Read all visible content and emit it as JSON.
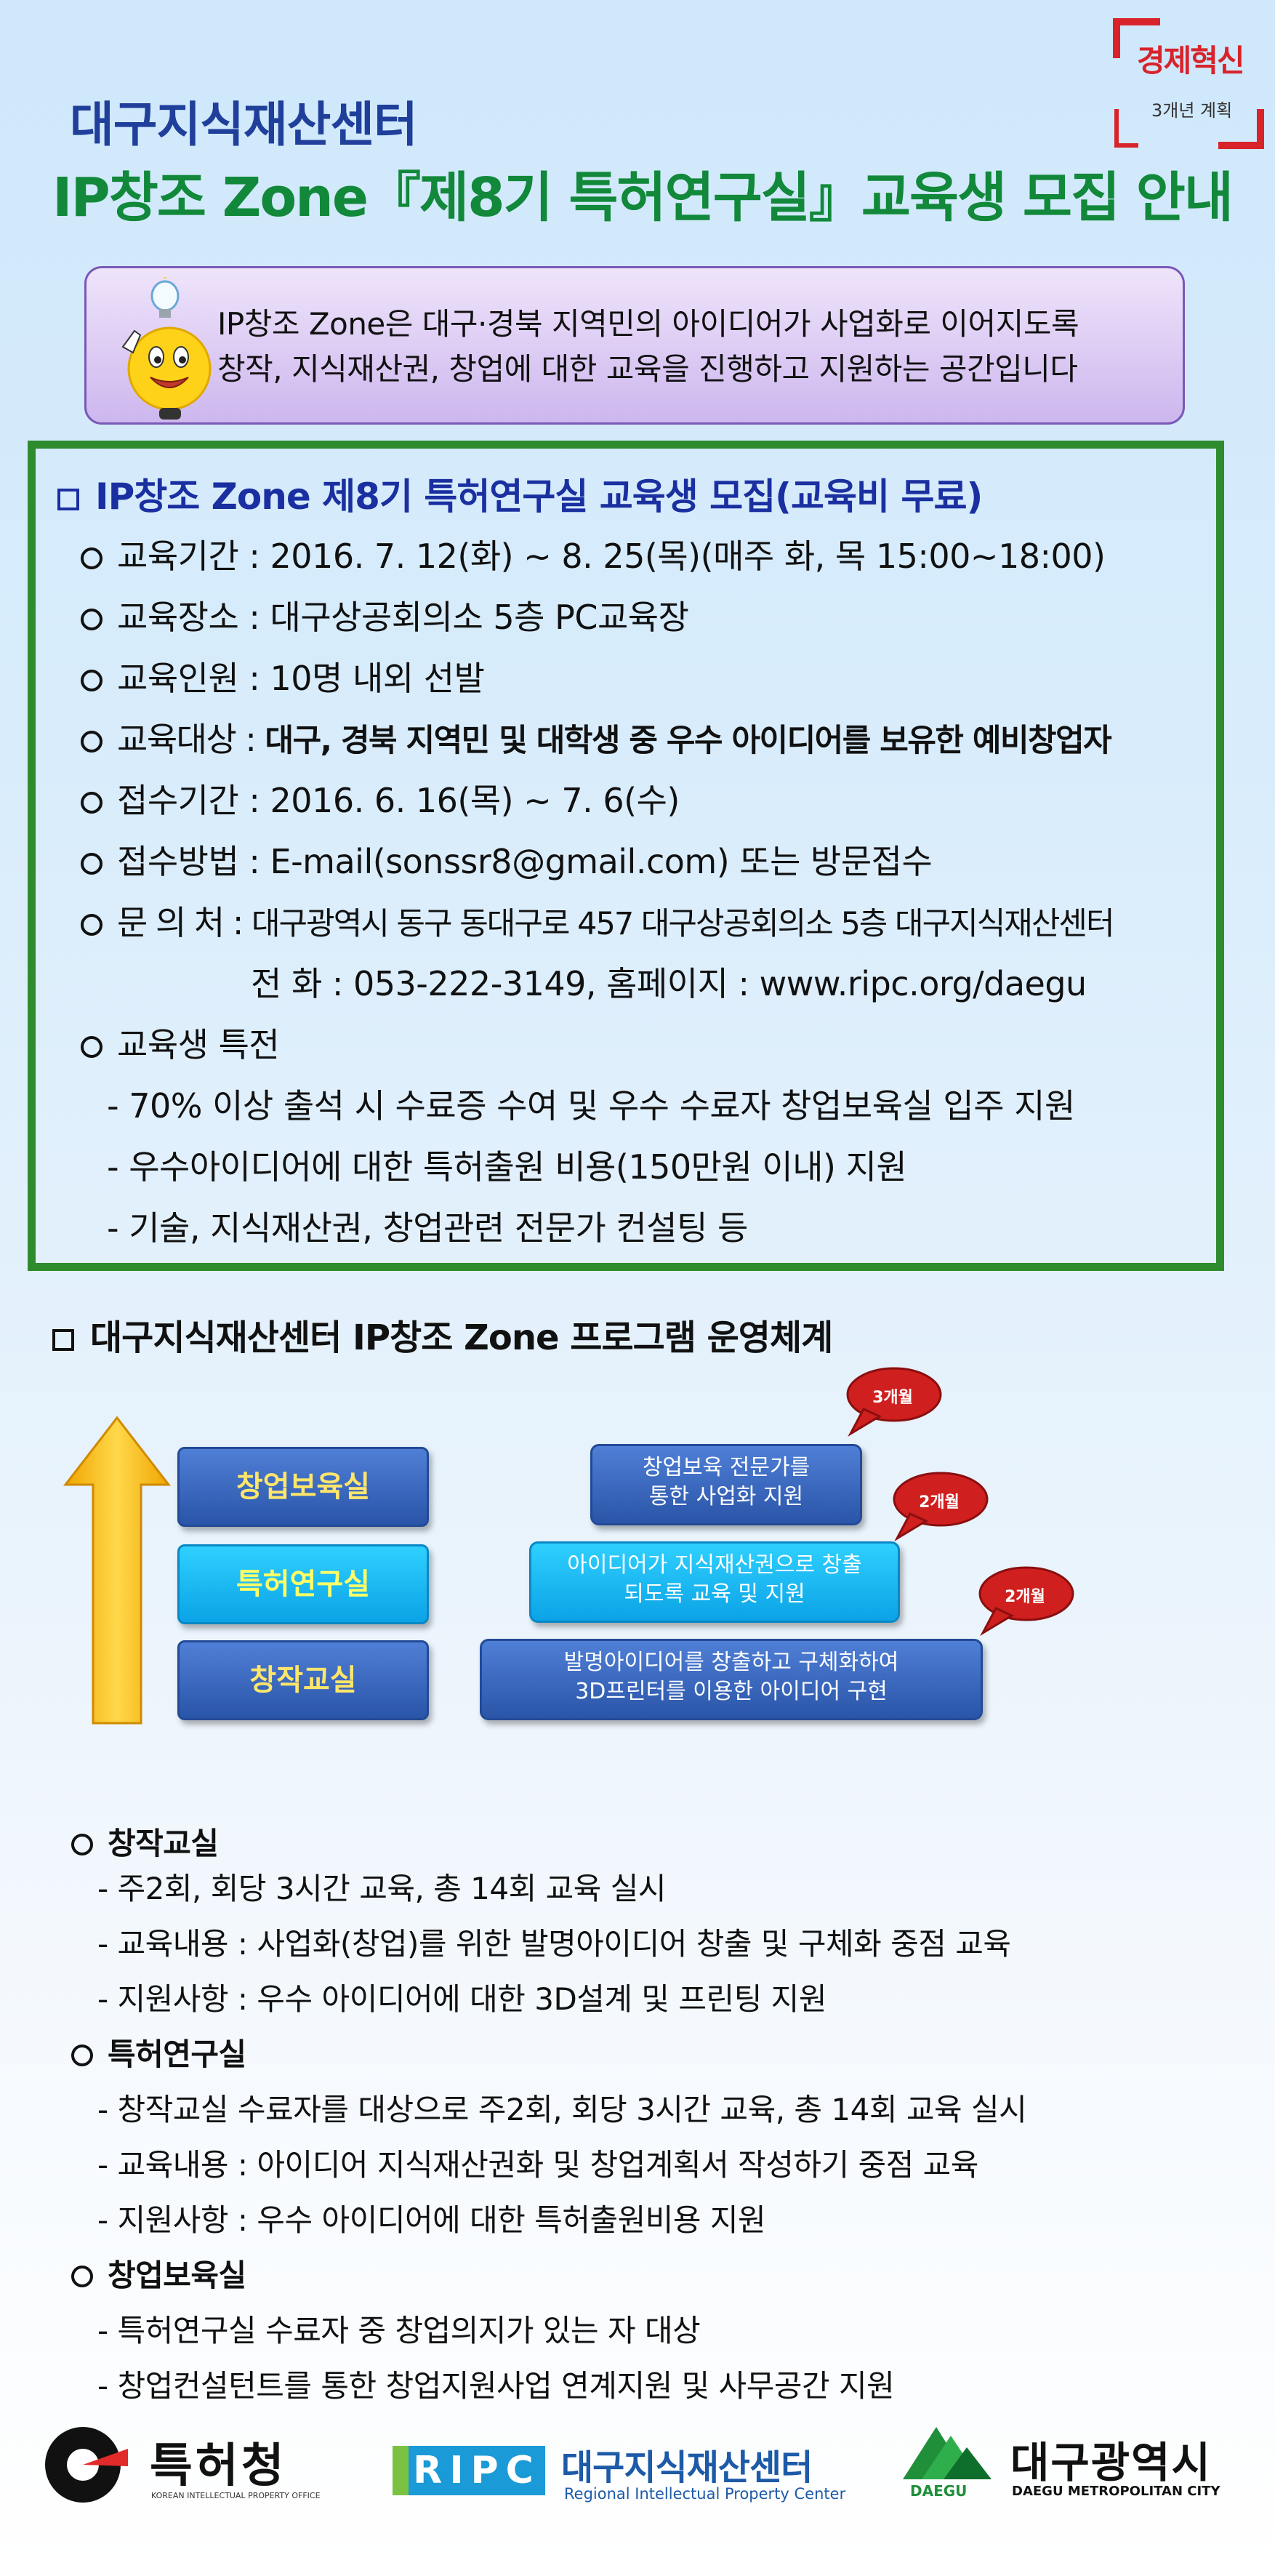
{
  "header": {
    "org_name": "대구지식재산센터",
    "title": "IP창조 Zone『제8기 특허연구실』교육생 모집 안내",
    "badge_line1": "경제혁신",
    "badge_line2": "3개년 계획"
  },
  "intro": {
    "line1": "IP창조 Zone은 대구·경북 지역민의 아이디어가 사업화로 이어지도록",
    "line2": "창작, 지식재산권, 창업에 대한 교육을 진행하고 지원하는 공간입니다"
  },
  "recruit": {
    "title": "IP창조 Zone 제8기 특허연구실 교육생 모집(교육비 무료)",
    "period": "교육기간 : 2016. 7. 12(화) ~ 8. 25(목)(매주 화, 목 15:00~18:00)",
    "place": "교육장소 : 대구상공회의소 5층 PC교육장",
    "people": "교육인원 : 10명 내외 선발",
    "target_label": "교육대상 : ",
    "target_value": "대구, 경북 지역민 및 대학생 중 우수 아이디어를 보유한 예비창업자",
    "apply_period": "접수기간 : 2016. 6. 16(목) ~ 7. 6(수)",
    "apply_method": "접수방법 : E-mail(sonssr8@gmail.com) 또는 방문접수",
    "contact_label": "문 의 처 : ",
    "contact_value": "대구광역시 동구 동대구로 457 대구상공회의소 5층 대구지식재산센터",
    "contact_phone": "전  화 : 053-222-3149, 홈페이지 : www.ripc.org/daegu",
    "benefits_title": "교육생 특전",
    "benefits": [
      "- 70% 이상 출석 시 수료증 수여 및 우수 수료자 창업보육실 입주 지원",
      "- 우수아이디어에 대한 특허출원 비용(150만원 이내) 지원",
      "- 기술, 지식재산권, 창업관련 전문가 컨설팅 등"
    ]
  },
  "program": {
    "title": "대구지식재산센터 IP창조 Zone 프로그램 운영체계",
    "stages": {
      "biz": "창업보육실",
      "patent": "특허연구실",
      "create": "창작교실"
    },
    "descs": {
      "biz_1": "창업보육 전문가를",
      "biz_2": "통한 사업화 지원",
      "patent_1": "아이디어가 지식재산권으로 창출",
      "patent_2": "되도록 교육 및 지원",
      "create_1": "발명아이디어를 창출하고 구체화하여",
      "create_2": "3D프린터를 이용한 아이디어 구현"
    },
    "durations": {
      "biz": "3개월",
      "patent": "2개월",
      "create": "2개월"
    }
  },
  "details": {
    "create_title": "창작교실",
    "create_items": [
      "- 주2회, 회당 3시간 교육, 총 14회 교육 실시",
      "- 교육내용 : 사업화(창업)를 위한 발명아이디어 창출 및 구체화 중점 교육",
      "- 지원사항 : 우수 아이디어에 대한 3D설계 및 프린팅 지원"
    ],
    "patent_title": "특허연구실",
    "patent_items": [
      "- 창작교실 수료자를 대상으로 주2회, 회당 3시간 교육, 총 14회 교육 실시",
      "- 교육내용 : 아이디어 지식재산권화 및 창업계획서 작성하기 중점 교육",
      "- 지원사항 : 우수 아이디어에 대한 특허출원비용 지원"
    ],
    "biz_title": "창업보육실",
    "biz_items": [
      "- 특허연구실 수료자 중 창업의지가 있는 자 대상",
      "- 창업컨설턴트를 통한 창업지원사업 연계지원 및 사무공간 지원"
    ]
  },
  "footer": {
    "kipo_name": "특허청",
    "kipo_sub": "KOREAN INTELLECTUAL PROPERTY OFFICE",
    "ripc_mark": "RIPC",
    "ripc_name": "대구지식재산센터",
    "ripc_sub": "Regional Intellectual Property Center",
    "daegu_mark": "DAEGU",
    "daegu_name": "대구광역시",
    "daegu_sub": "DAEGU METROPOLITAN CITY"
  },
  "colors": {
    "title_green": "#11883a",
    "org_blue": "#1f3f9a",
    "box_green": "#2e8b2e",
    "bubble_red": "#d01f1f"
  }
}
